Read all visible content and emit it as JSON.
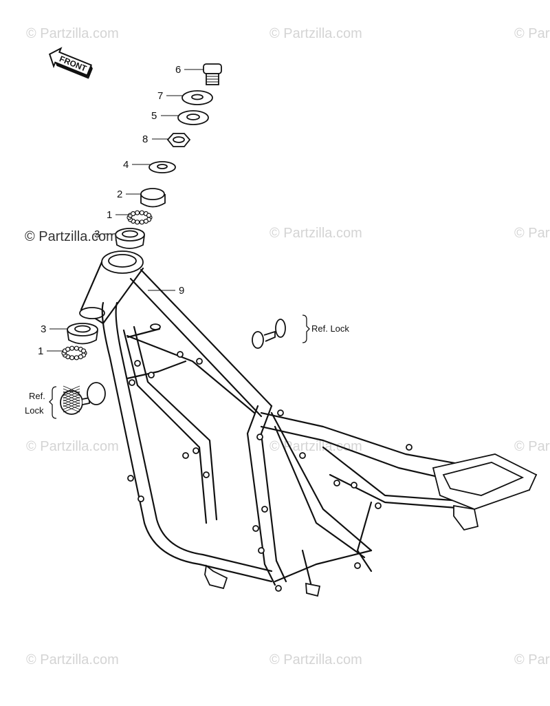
{
  "front_arrow": {
    "label": "FRONT"
  },
  "callouts": [
    {
      "id": "c6",
      "label": "6"
    },
    {
      "id": "c7",
      "label": "7"
    },
    {
      "id": "c5",
      "label": "5"
    },
    {
      "id": "c8",
      "label": "8"
    },
    {
      "id": "c4",
      "label": "4"
    },
    {
      "id": "c2",
      "label": "2"
    },
    {
      "id": "c1a",
      "label": "1"
    },
    {
      "id": "c3a",
      "label": "3"
    },
    {
      "id": "c9",
      "label": "9"
    },
    {
      "id": "c3b",
      "label": "3"
    },
    {
      "id": "c1b",
      "label": "1"
    }
  ],
  "notes": {
    "ref_lock_right": "Ref. Lock",
    "ref_lock_left_1": "Ref.",
    "ref_lock_left_2": "Lock"
  },
  "watermarks": {
    "text": "© Partzilla.com"
  }
}
